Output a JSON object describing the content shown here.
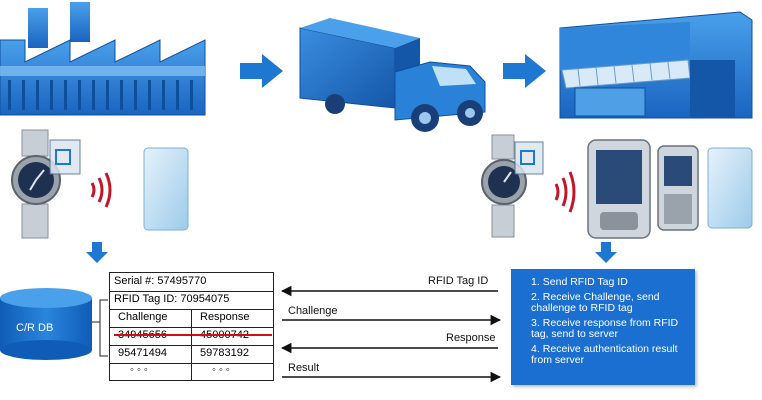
{
  "diagram": {
    "colors": {
      "icon_blue": "#1e78d2",
      "panel_blue": "#1a6fd0",
      "rfid_wave": "#c0182a",
      "strike": "#d01010"
    },
    "icons": [
      "factory-icon",
      "truck-icon",
      "store-icon",
      "watch-icon",
      "rfid-card-icon",
      "pda-icon",
      "phone-icon",
      "database-icon"
    ],
    "database": {
      "label": "C/R DB"
    },
    "record": {
      "serial": "Serial #: 57495770",
      "tag_id": "RFID Tag ID: 70954075",
      "columns": [
        "Challenge",
        "Response"
      ],
      "rows": [
        {
          "challenge": "34945656",
          "response": "45000742",
          "used": true
        },
        {
          "challenge": "95471494",
          "response": "59783192",
          "used": false
        }
      ],
      "ellipsis": "◦ ◦ ◦"
    },
    "messages": {
      "tag_id": "RFID Tag ID",
      "challenge": "Challenge",
      "response": "Response",
      "result": "Result"
    },
    "steps": [
      {
        "num": "1.",
        "text": "Send RFID Tag ID"
      },
      {
        "num": "2.",
        "text": "Receive Challenge, send challenge to RFID tag"
      },
      {
        "num": "3.",
        "text": "Receive response from RFID tag, send to server"
      },
      {
        "num": "4.",
        "text": "Receive authentication result from server"
      }
    ]
  }
}
